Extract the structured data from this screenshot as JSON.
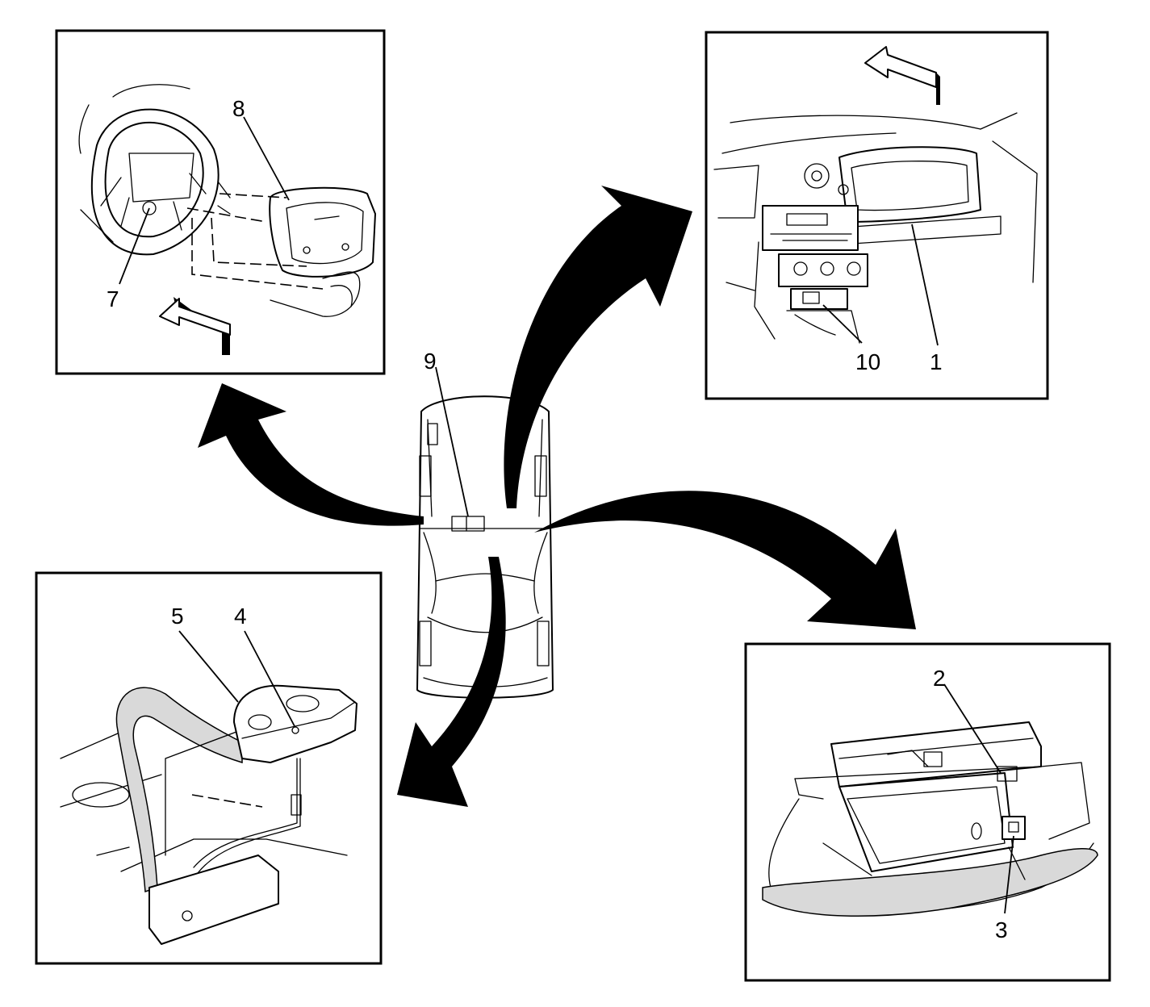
{
  "callouts": {
    "c1": "1",
    "c2": "2",
    "c3": "3",
    "c4": "4",
    "c5": "5",
    "c7": "7",
    "c8": "8",
    "c9": "9",
    "c10": "10"
  },
  "icons": {
    "direction_arrow": "front-direction-arrow-icon",
    "curved_arrow": "curved-pointer-arrow-icon",
    "vehicle": "vehicle-top-view-icon"
  },
  "colors": {
    "ink": "#000000",
    "background": "#ffffff",
    "shading": "#d9d9d9"
  }
}
